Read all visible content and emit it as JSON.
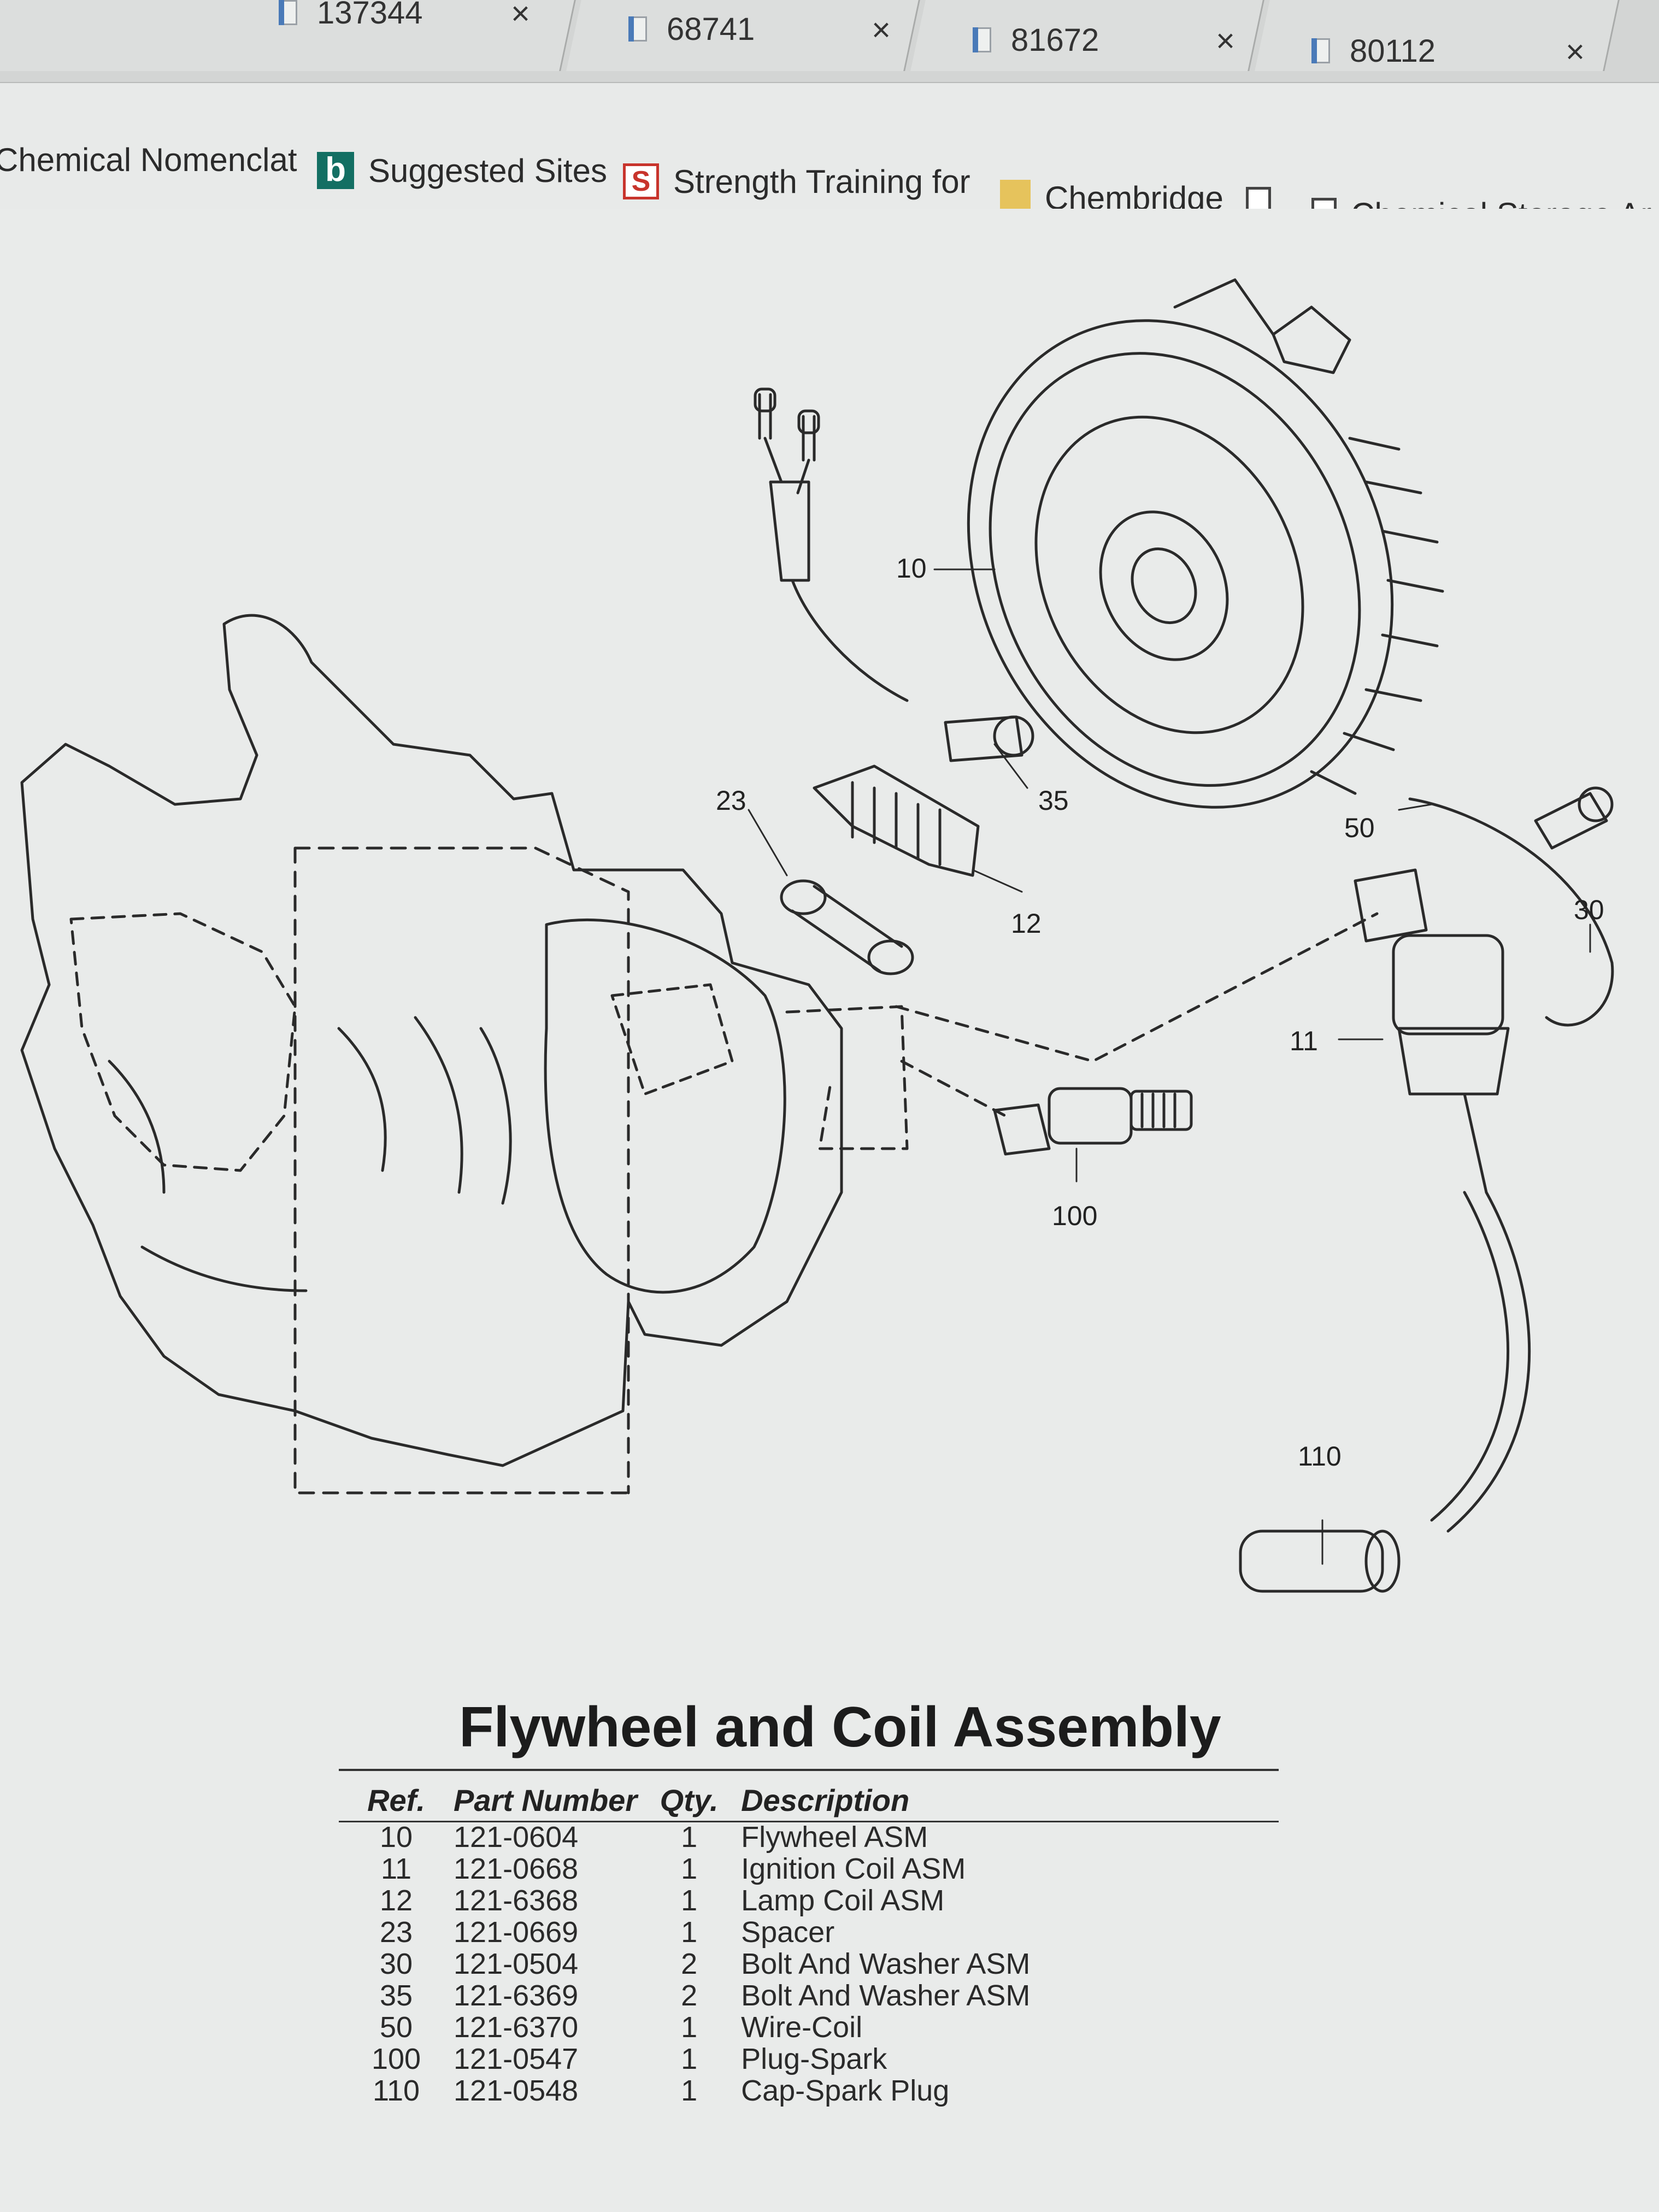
{
  "tabs": [
    {
      "title": "137344",
      "close": "×"
    },
    {
      "title": "68741",
      "close": "×"
    },
    {
      "title": "81672",
      "close": "×"
    },
    {
      "title": "80112",
      "close": "×"
    }
  ],
  "bookmarks": [
    {
      "label": "Chemical Nomenclat",
      "icon": "none"
    },
    {
      "label": "Suggested Sites",
      "icon": "bing-icon"
    },
    {
      "label": "Strength Training for",
      "icon": "s-icon"
    },
    {
      "label": "Chembridge",
      "icon": "folder-icon"
    },
    {
      "label": "",
      "icon": "page-icon"
    },
    {
      "label": "Chemical Storage Ar",
      "icon": "page-icon"
    }
  ],
  "diagram": {
    "callouts": [
      "10",
      "30",
      "35",
      "23",
      "50",
      "12",
      "11",
      "100",
      "110"
    ]
  },
  "parts": {
    "title": "Flywheel and Coil Assembly",
    "columns": {
      "ref": "Ref.",
      "part": "Part Number",
      "qty": "Qty.",
      "desc": "Description"
    },
    "rows": [
      {
        "ref": "10",
        "part": "121-0604",
        "qty": "1",
        "desc": "Flywheel ASM"
      },
      {
        "ref": "11",
        "part": "121-0668",
        "qty": "1",
        "desc": "Ignition Coil ASM"
      },
      {
        "ref": "12",
        "part": "121-6368",
        "qty": "1",
        "desc": "Lamp Coil ASM"
      },
      {
        "ref": "23",
        "part": "121-0669",
        "qty": "1",
        "desc": "Spacer"
      },
      {
        "ref": "30",
        "part": "121-0504",
        "qty": "2",
        "desc": "Bolt And Washer ASM"
      },
      {
        "ref": "35",
        "part": "121-6369",
        "qty": "2",
        "desc": "Bolt And Washer ASM"
      },
      {
        "ref": "50",
        "part": "121-6370",
        "qty": "1",
        "desc": "Wire-Coil"
      },
      {
        "ref": "100",
        "part": "121-0547",
        "qty": "1",
        "desc": "Plug-Spark"
      },
      {
        "ref": "110",
        "part": "121-0548",
        "qty": "1",
        "desc": "Cap-Spark Plug"
      }
    ]
  }
}
